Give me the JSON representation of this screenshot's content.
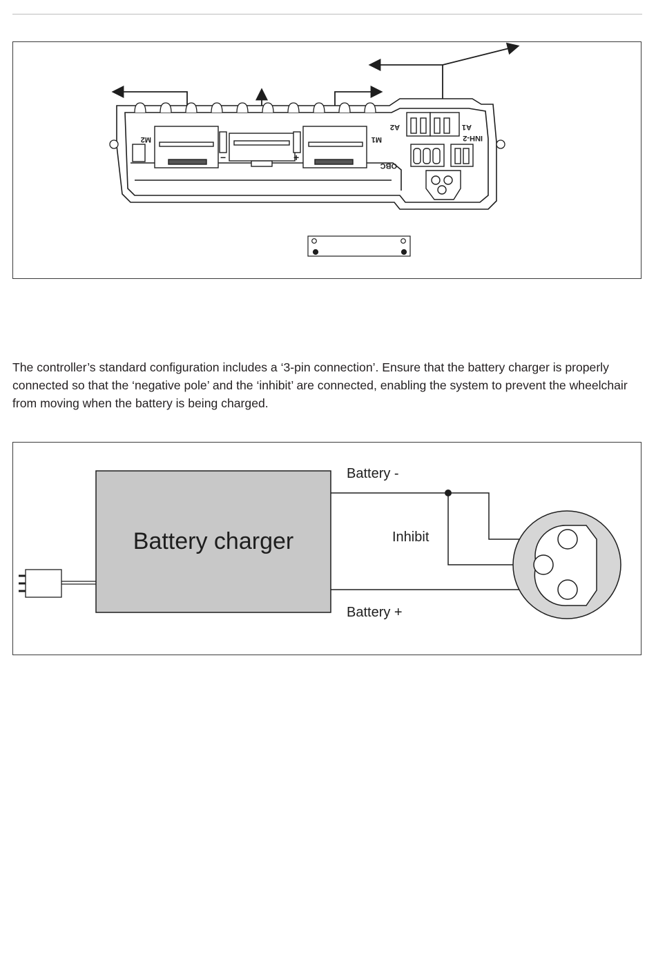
{
  "figure1": {
    "connector_labels": {
      "m2": "M2",
      "m1": "M1",
      "a2": "A2",
      "a1": "A1",
      "inh2": "INH-2",
      "obc": "OBC",
      "minus": "−",
      "plus": "+"
    }
  },
  "paragraph": "The controller’s standard configuration includes a ‘3-pin connection’. Ensure that the battery charger is properly connected so that the ‘negative pole’ and the ‘inhibit’ are connected, enabling the system to prevent the wheelchair from moving when the battery is being charged.",
  "figure2": {
    "charger_label": "Battery charger",
    "battery_minus_label": "Battery -",
    "inhibit_label": "Inhibit",
    "battery_plus_label": "Battery +",
    "colors": {
      "charger_fill": "#c8c8c8",
      "line": "#1e1e1e"
    }
  }
}
